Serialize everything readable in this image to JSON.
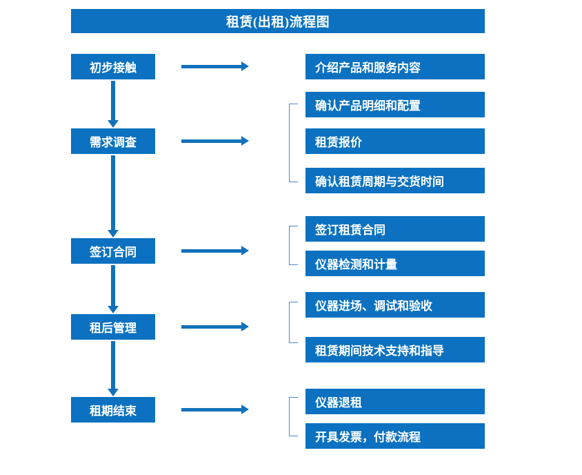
{
  "title": "租赁(出租)流程图",
  "colors": {
    "box_blue": "#0b71c0",
    "arrow_blue": "#1271bb",
    "bracket_blue": "#4a86c8",
    "text_white": "#ffffff",
    "background": "#ffffff"
  },
  "stages": [
    {
      "label": "初步接触"
    },
    {
      "label": "需求调查"
    },
    {
      "label": "签订合同"
    },
    {
      "label": "租后管理"
    },
    {
      "label": "租期结束"
    }
  ],
  "details": [
    {
      "label": "介绍产品和服务内容"
    },
    {
      "label": "确认产品明细和配置"
    },
    {
      "label": "租赁报价"
    },
    {
      "label": "确认租赁周期与交货时间"
    },
    {
      "label": "签订租赁合同"
    },
    {
      "label": "仪器检测和计量"
    },
    {
      "label": "仪器进场、调试和验收"
    },
    {
      "label": "租赁期间技术支持和指导"
    },
    {
      "label": "仪器退租"
    },
    {
      "label": "开具发票，付款流程"
    }
  ]
}
